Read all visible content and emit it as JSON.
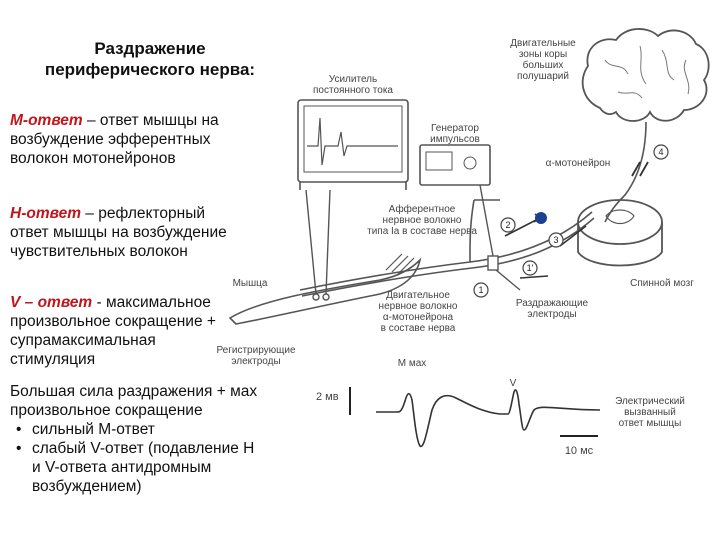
{
  "heading": {
    "line1": "Раздражение",
    "line2": "периферического нерва:"
  },
  "definitions": [
    {
      "term": "М-ответ",
      "rest1": " – ответ мышцы на",
      "line2": "возбуждение эфферентных",
      "line3": "волокон мотонейронов"
    },
    {
      "term": "Н-ответ",
      "rest1": " – рефлекторный",
      "line2": "ответ мышцы на возбуждение",
      "line3": "чувствительных волокон"
    },
    {
      "term": "V – ответ",
      "rest1": "  - максимальное",
      "line2": "произвольное сокращение +",
      "line3": "супрамаксимальная",
      "line4": "стимуляция"
    }
  ],
  "summary": {
    "line1": "Большая сила раздражения + мах",
    "line2": "произвольное сокращение",
    "bullets": [
      {
        "line1": "сильный М-ответ"
      },
      {
        "line1": "слабый V-ответ (подавление Н",
        "line2": "и V-ответа антидромным",
        "line3": "возбуждением)"
      }
    ]
  },
  "labels": {
    "amplifier": {
      "line1": "Усилитель",
      "line2": "постоянного тока"
    },
    "generator": {
      "line1": "Генератор",
      "line2": "импульсов"
    },
    "cortex": {
      "line1": "Двигательные",
      "line2": "зоны коры",
      "line3": "больших",
      "line4": "полушарий"
    },
    "motoneuron": "α-мотонейрон",
    "afferent": {
      "line1": "Афферентное",
      "line2": "нервное волокно",
      "line3": "типа Iа в составе нерва"
    },
    "muscle": "Мышца",
    "spinal_cord": "Спинной мозг",
    "efferent": {
      "line1": "Двигательное",
      "line2": "нервное волокно",
      "line3": "α-мотонейрона",
      "line4": "в составе нерва"
    },
    "stim_electrodes": {
      "line1": "Раздражающие",
      "line2": "электроды"
    },
    "rec_electrodes": {
      "line1": "Регистрирующие",
      "line2": "электроды"
    },
    "m_max": "М мах",
    "v_wave": "V",
    "scale_mv": "2 мв",
    "scale_ms": "10 мс",
    "evoked": {
      "line1": "Электрический",
      "line2": "вызванный",
      "line3": "ответ мышцы"
    }
  },
  "markers": [
    "1",
    "1'",
    "2",
    "3",
    "4"
  ],
  "colors": {
    "accent": "#c0161b",
    "stroke": "#555555",
    "label": "#444444",
    "dot": "#1d3f8f"
  }
}
